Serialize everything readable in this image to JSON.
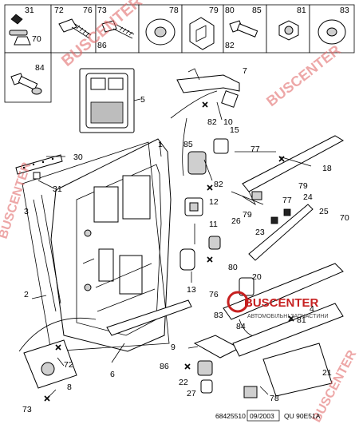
{
  "labels": {
    "n31": "31",
    "n72": "72",
    "n76": "76",
    "n73": "73",
    "n86": "86",
    "n78": "78",
    "n79": "79",
    "n80": "80",
    "n85": "85",
    "n82": "82",
    "n81": "81",
    "n83": "83",
    "n70": "70",
    "n84": "84",
    "n5": "5",
    "n30": "30",
    "n31b": "31",
    "n1": "1",
    "n82b": "82",
    "n10": "10",
    "n15": "15",
    "n85b": "85",
    "n77": "77",
    "n18": "18",
    "n82c": "82",
    "n79b": "79",
    "n77b": "77",
    "n12": "12",
    "n26": "26",
    "n79c": "79",
    "n24": "24",
    "n25": "25",
    "n70b": "70",
    "n23": "23",
    "n2": "2",
    "n11": "11",
    "n80b": "80",
    "n13": "13",
    "n20": "20",
    "n76b": "76",
    "n83b": "83",
    "n84b": "84",
    "n81b": "81",
    "n4": "4",
    "n9": "9",
    "n86b": "86",
    "n72b": "72",
    "n6": "6",
    "n22": "22",
    "n27": "27",
    "n21": "21",
    "n78b": "78",
    "n8": "8",
    "n73b": "73",
    "n7": "7",
    "n3": "3"
  },
  "footer": {
    "ref": "68425510",
    "date": "09/2003",
    "code": "QU 90E51A"
  },
  "logo": {
    "name": "BUSCENTER",
    "subtitle": "АВТОМОБІЛЬНІ ЗАПЧАСТИНИ"
  },
  "watermark": "BUSCENTER",
  "colors": {
    "accent": "#c62020",
    "watermark": "#e06060"
  }
}
